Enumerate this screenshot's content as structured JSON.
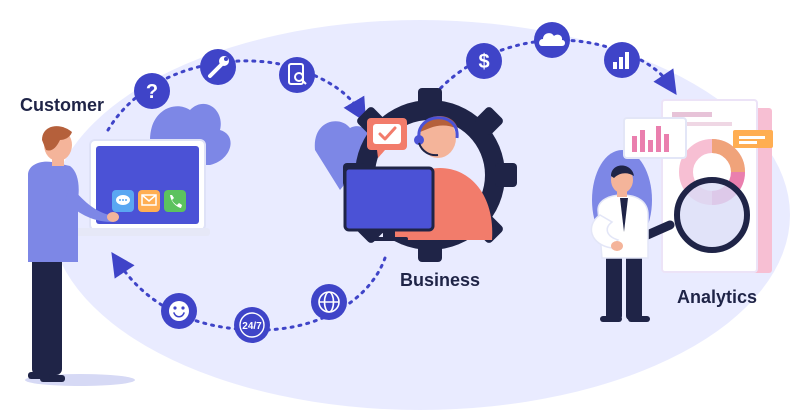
{
  "labels": {
    "customer": "Customer",
    "business": "Business",
    "analytics": "Analytics"
  },
  "badges": {
    "help": "?",
    "dollar": "$",
    "support_hours": "24/7"
  },
  "icons": [
    "question-icon",
    "wrench-icon",
    "document-search-icon",
    "dollar-icon",
    "cloud-icon",
    "bar-chart-icon",
    "globe-icon",
    "clock-24-7-icon",
    "smiley-icon",
    "chat-bubble-icon",
    "mail-icon",
    "phone-icon",
    "checkmark-icon"
  ],
  "colors": {
    "background_ellipse": "#e9ebff",
    "icon_circle": "#3f44c8",
    "dotted_path": "#3f44c8",
    "dark_navy": "#1f2447",
    "laptop_screen": "#4b52d6",
    "person_shirt": "#7d87e6",
    "agent_shirt": "#f27c6b",
    "analytics_pink": "#f7bfd3",
    "orange_tag": "#ffae52"
  }
}
